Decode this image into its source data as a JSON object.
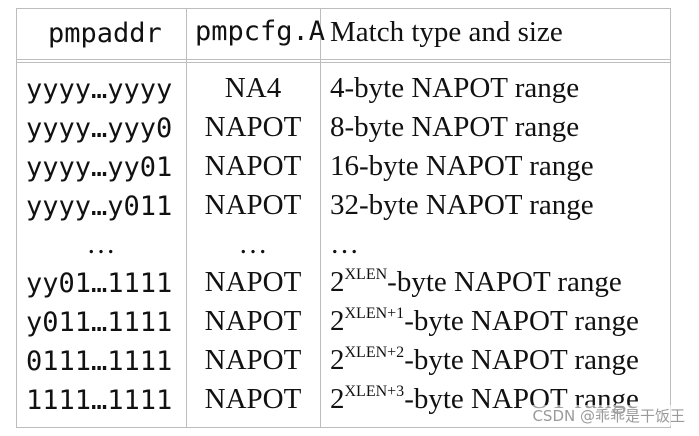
{
  "table": {
    "headers": {
      "pmpaddr": "pmpaddr",
      "pmpcfg": "pmpcfg.A",
      "match": "Match type and size"
    },
    "rows": [
      {
        "pmpaddr": "yyyy…yyyy",
        "pmpcfg": "NA4",
        "size": "4-byte NAPOT range"
      },
      {
        "pmpaddr": "yyyy…yyy0",
        "pmpcfg": "NAPOT",
        "size": "8-byte NAPOT range"
      },
      {
        "pmpaddr": "yyyy…yy01",
        "pmpcfg": "NAPOT",
        "size": "16-byte NAPOT range"
      },
      {
        "pmpaddr": "yyyy…y011",
        "pmpcfg": "NAPOT",
        "size": "32-byte NAPOT range"
      },
      {
        "pmpaddr": "…",
        "pmpcfg": "…",
        "size": "…"
      },
      {
        "pmpaddr": "yy01…1111",
        "pmpcfg": "NAPOT",
        "size_base": "2",
        "size_exp": "XLEN",
        "size_rest": "-byte NAPOT range"
      },
      {
        "pmpaddr": "y011…1111",
        "pmpcfg": "NAPOT",
        "size_base": "2",
        "size_exp": "XLEN+1",
        "size_rest": "-byte NAPOT range"
      },
      {
        "pmpaddr": "0111…1111",
        "pmpcfg": "NAPOT",
        "size_base": "2",
        "size_exp": "XLEN+2",
        "size_rest": "-byte NAPOT range"
      },
      {
        "pmpaddr": "1111…1111",
        "pmpcfg": "NAPOT",
        "size_base": "2",
        "size_exp": "XLEN+3",
        "size_rest": "-byte NAPOT range"
      }
    ]
  },
  "watermark": "CSDN @乖乖是干饭王"
}
